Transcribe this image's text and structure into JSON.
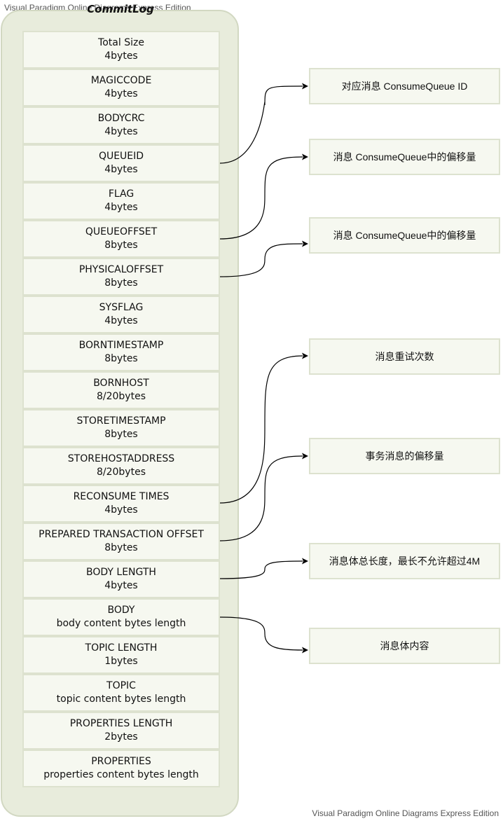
{
  "watermarks": {
    "top": "Visual Paradigm Online Diagrams Express Edition",
    "bottom": "Visual Paradigm Online Diagrams Express Edition"
  },
  "container": {
    "title": "CommitLog"
  },
  "fields": [
    {
      "name": "Total Size",
      "size": "4bytes"
    },
    {
      "name": "MAGICCODE",
      "size": "4bytes"
    },
    {
      "name": "BODYCRC",
      "size": "4bytes"
    },
    {
      "name": "QUEUEID",
      "size": "4bytes"
    },
    {
      "name": "FLAG",
      "size": "4bytes"
    },
    {
      "name": "QUEUEOFFSET",
      "size": "8bytes"
    },
    {
      "name": "PHYSICALOFFSET",
      "size": "8bytes"
    },
    {
      "name": "SYSFLAG",
      "size": "4bytes"
    },
    {
      "name": "BORNTIMESTAMP",
      "size": "8bytes"
    },
    {
      "name": "BORNHOST",
      "size": "8/20bytes"
    },
    {
      "name": "STORETIMESTAMP",
      "size": "8bytes"
    },
    {
      "name": "STOREHOSTADDRESS",
      "size": "8/20bytes"
    },
    {
      "name": "RECONSUME TIMES",
      "size": "4bytes"
    },
    {
      "name": "PREPARED TRANSACTION OFFSET",
      "size": "8bytes"
    },
    {
      "name": "BODY LENGTH",
      "size": "4bytes"
    },
    {
      "name": "BODY",
      "size": "body content bytes length"
    },
    {
      "name": "TOPIC LENGTH",
      "size": "1bytes"
    },
    {
      "name": "TOPIC",
      "size": "topic content bytes length"
    },
    {
      "name": "PROPERTIES LENGTH",
      "size": "2bytes"
    },
    {
      "name": "PROPERTIES",
      "size": "properties content bytes length"
    }
  ],
  "notes": [
    {
      "text": "对应消息 ConsumeQueue ID",
      "field": "QUEUEID"
    },
    {
      "text": "消息 ConsumeQueue中的偏移量",
      "field": "QUEUEOFFSET"
    },
    {
      "text": "消息 ConsumeQueue中的偏移量",
      "field": "PHYSICALOFFSET"
    },
    {
      "text": "消息重试次数",
      "field": "RECONSUME TIMES"
    },
    {
      "text": "事务消息的偏移量",
      "field": "PREPARED TRANSACTION OFFSET"
    },
    {
      "text": "消息体总长度，最长不允许超过4M",
      "field": "BODY LENGTH"
    },
    {
      "text": "消息体内容",
      "field": "BODY"
    }
  ]
}
